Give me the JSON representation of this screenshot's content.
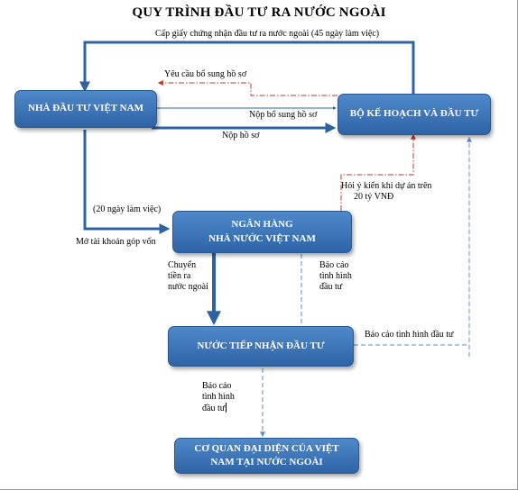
{
  "title": "QUY TRÌNH ĐẦU TƯ RA NƯỚC NGOÀI",
  "colors": {
    "node_fill": "#3b76b9",
    "arrow_blue": "#2e63a3",
    "dashdot_red": "#c0392b",
    "dashed_blue": "#5b8ec8"
  },
  "nodes": {
    "investor": "NHÀ ĐẦU TƯ VIỆT NAM",
    "ministry": "BỘ KẾ  HOẠCH VÀ ĐẦU TƯ",
    "bank_line1": "NGÂN HÀNG",
    "bank_line2": "NHÀ NƯỚC VIỆT NAM",
    "host_country": "NƯỚC TIẾP NHẬN ĐẦU TƯ",
    "rep_line1": "CƠ QUAN ĐẠI DIỆN CỦA VIỆT",
    "rep_line2": "NAM TẠI NƯỚC NGOÀI"
  },
  "edge_labels": {
    "certificate": "Cấp giấy chứng nhận đầu tư ra nước ngoài (45 ngày làm việc)",
    "request_supplement": "Yêu cầu bổ sung hồ sơ",
    "submit_supplement": "Nộp bổ sung hồ sơ",
    "submit_docs": "Nộp hồ sơ",
    "consult_line1": "Hỏi ý kiến khi dự án trên",
    "consult_line2": "20 tỷ VNĐ",
    "working_days": "(20 ngày làm việc)",
    "open_account": "Mở tài khoản góp vốn",
    "transfer_line1": "Chuyển",
    "transfer_line2": "tiền ra",
    "transfer_line3": "nước ngoài",
    "bank_report_line1": "Báo cáo",
    "bank_report_line2": "tình hình",
    "bank_report_line3": "đầu tư",
    "host_report": "Báo cáo tình hình đầu tư",
    "rep_report_line1": "Báo cáo",
    "rep_report_line2": "tình hình",
    "rep_report_line3": "đầu tư"
  }
}
